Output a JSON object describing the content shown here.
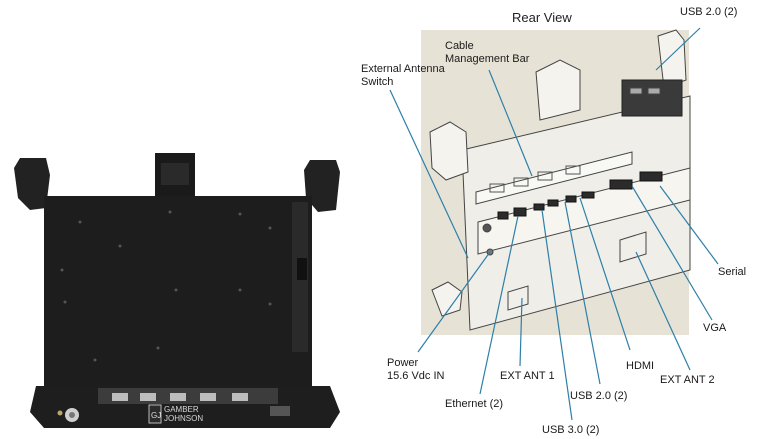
{
  "diagram": {
    "title": "Rear View",
    "brand_logo": {
      "mark": "GJ",
      "line1": "GAMBER",
      "line2": "JOHNSON"
    },
    "callouts": [
      {
        "id": "usb20-top",
        "lines": [
          "USB 2.0 (2)"
        ]
      },
      {
        "id": "cable-bar",
        "lines": [
          "Cable",
          "Management Bar"
        ]
      },
      {
        "id": "antenna-switch",
        "lines": [
          "External Antenna",
          "Switch"
        ]
      },
      {
        "id": "serial",
        "lines": [
          "Serial"
        ]
      },
      {
        "id": "vga",
        "lines": [
          "VGA"
        ]
      },
      {
        "id": "power",
        "lines": [
          "Power",
          "15.6 Vdc IN"
        ]
      },
      {
        "id": "hdmi",
        "lines": [
          "HDMI"
        ]
      },
      {
        "id": "ext-ant-1",
        "lines": [
          "EXT ANT 1"
        ]
      },
      {
        "id": "ext-ant-2",
        "lines": [
          "EXT ANT 2"
        ]
      },
      {
        "id": "usb20-bottom",
        "lines": [
          "USB 2.0 (2)"
        ]
      },
      {
        "id": "ethernet",
        "lines": [
          "Ethernet (2)"
        ]
      },
      {
        "id": "usb30",
        "lines": [
          "USB 3.0 (2)"
        ]
      }
    ],
    "colors": {
      "leader": "#2e7fa8",
      "cradle": "#1b1b1b",
      "photo_bg": "#e6e3d6"
    }
  }
}
